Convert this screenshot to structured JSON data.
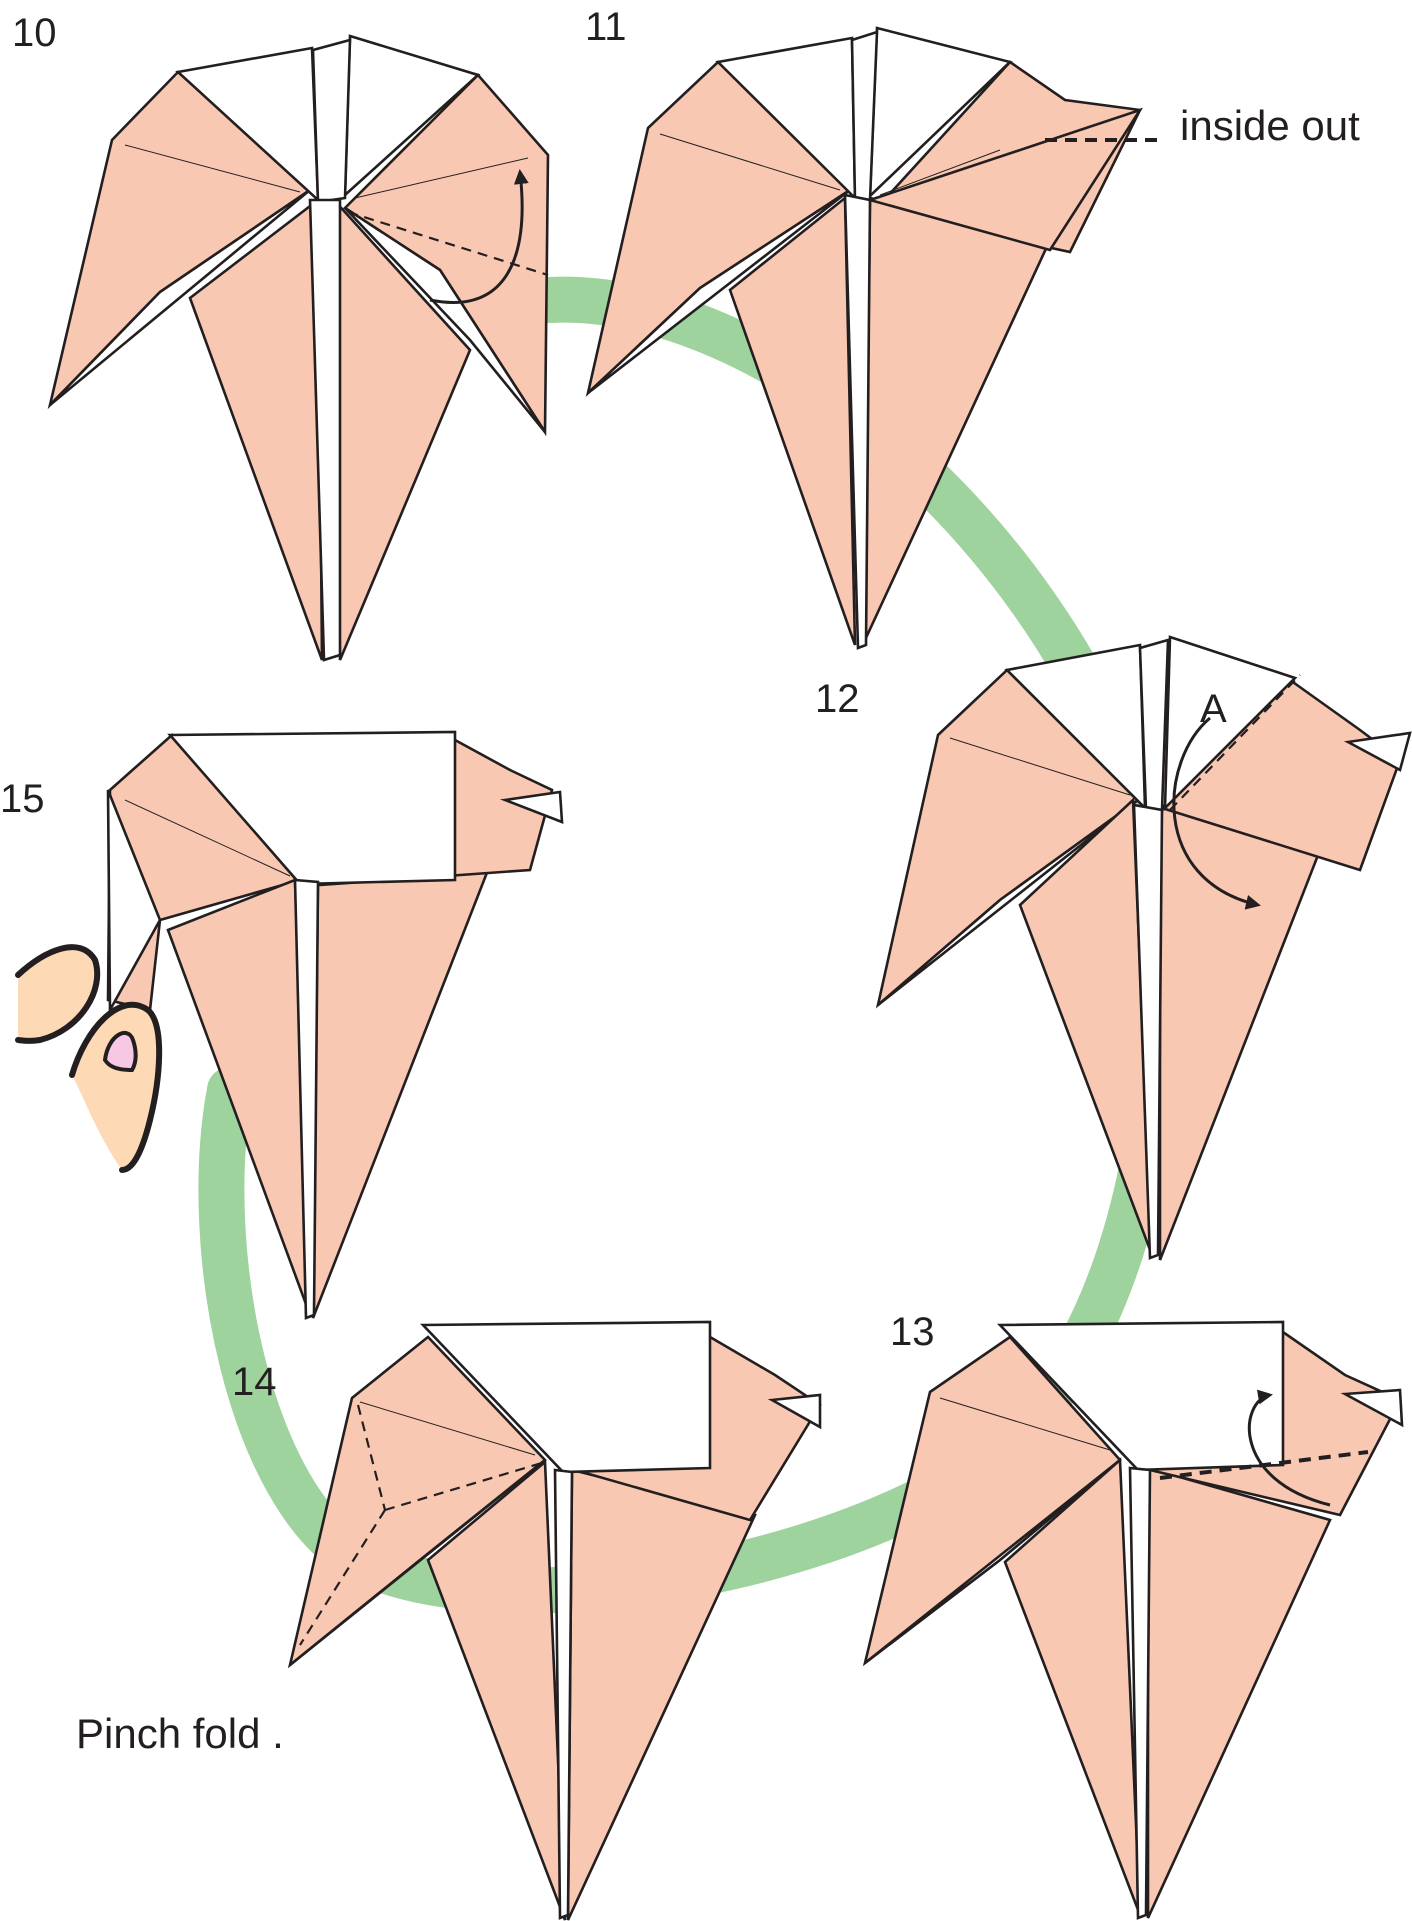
{
  "colors": {
    "paper": "#f9c8b2",
    "ring": "#9fd39e",
    "hand": "#fdd9b5",
    "nail": "#f6c8e4",
    "ink": "#231f20"
  },
  "steps": [
    {
      "number": "10"
    },
    {
      "number": "11",
      "note": "inside out"
    },
    {
      "number": "12",
      "marker": "A"
    },
    {
      "number": "13"
    },
    {
      "number": "14",
      "note": "Pinch fold ."
    },
    {
      "number": "15"
    }
  ]
}
